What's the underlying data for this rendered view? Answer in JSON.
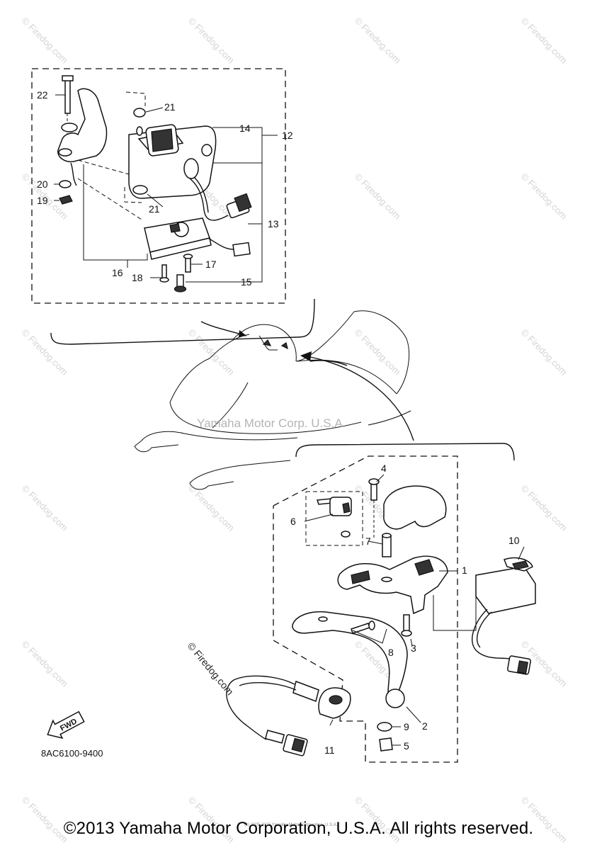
{
  "diagram": {
    "part_callouts": [
      "1",
      "2",
      "3",
      "4",
      "5",
      "6",
      "7",
      "8",
      "9",
      "10",
      "11",
      "12",
      "13",
      "14",
      "15",
      "16",
      "17",
      "18",
      "19",
      "20",
      "21",
      "21",
      "22"
    ],
    "diagram_code": "8AC6100-9400",
    "fwd_label": "FWD",
    "brand_watermark": "Yamaha Motor Corp. U.S.A.",
    "watermark_text": "© Firedog.com"
  },
  "footer": {
    "copyright": "©2013 Yamaha Motor Corporation, U.S.A. All rights reserved.",
    "fine_print": "(c) 2005-2015 Yamaha Motor Corporation, U.S.A."
  }
}
